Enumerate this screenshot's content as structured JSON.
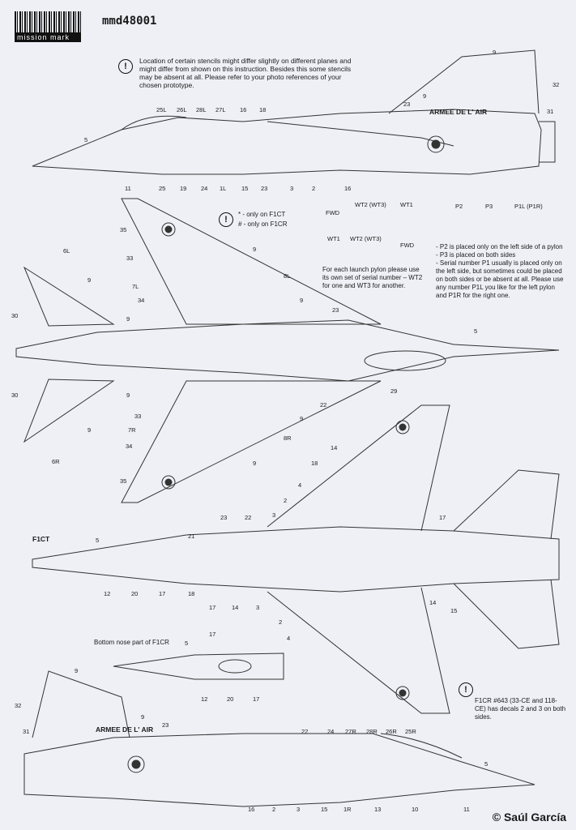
{
  "header": {
    "logo_text": "mission mark",
    "code": "mmd48001"
  },
  "warning": {
    "icon": "!",
    "text": "Location of certain stencils might differ slightly on different planes and might differ from shown on this instruction. Besides this some stencils may be absent at all. Please refer to your photo references of your chosen prototype."
  },
  "legend": {
    "icon": "!",
    "f1ct": "* - only on F1CT",
    "f1cr": "# - only on F1CR"
  },
  "pylon": {
    "wt2_wt3_top": "WT2 (WT3)",
    "wt1_top": "WT1",
    "fwd_top": "FWD",
    "wt1_bottom": "WT1",
    "wt2_wt3_bottom": "WT2 (WT3)",
    "fwd_bottom": "FWD",
    "note": "For each launch pylon please use its own set of serial number – WT2 for one and WT3 for another."
  },
  "serials": {
    "p2": "P2",
    "p3": "P3",
    "p1l": "P1L (P1R)",
    "note": "- P2 is placed only on the left side of a pylon\n- P3 is placed on both sides\n- Serial number P1 usually is placed only on the left side, but sometimes could be placed on both sides or be absent at all. Please use any number  P1L you like for the left pylon and P1R for the right one."
  },
  "side_top": {
    "armee": "ARMEE DE L' AIR",
    "labels": [
      "9",
      "9",
      "32",
      "23",
      "31",
      "25L",
      "26L",
      "28L",
      "27L",
      "16",
      "18",
      "5",
      "11",
      "25",
      "19",
      "24",
      "1L",
      "15",
      "23",
      "3",
      "2",
      "16"
    ]
  },
  "plan": {
    "labels": [
      "35",
      "33",
      "7L",
      "34",
      "6L",
      "9",
      "30",
      "9",
      "9",
      "8L",
      "9",
      "23",
      "5",
      "29",
      "30",
      "9",
      "9",
      "22",
      "33",
      "7R",
      "34",
      "35",
      "9",
      "8R",
      "6R",
      "9"
    ]
  },
  "under": {
    "f1ct": "F1CT",
    "labels": [
      "23",
      "22",
      "3",
      "21",
      "4",
      "2",
      "14",
      "18",
      "17",
      "5",
      "12",
      "20",
      "17",
      "18",
      "17",
      "14",
      "3",
      "2",
      "4",
      "14",
      "15"
    ]
  },
  "nose": {
    "title": "Bottom nose part of F1CR",
    "labels": [
      "17",
      "5",
      "12",
      "20",
      "17"
    ]
  },
  "side_bottom": {
    "armee": "ARMEE DE L' AIR",
    "labels": [
      "9",
      "32",
      "31",
      "9",
      "23",
      "22",
      "24",
      "27R",
      "28R",
      "26R",
      "25R",
      "5",
      "16",
      "2",
      "3",
      "15",
      "1R",
      "13",
      "10",
      "11"
    ]
  },
  "f1cr_note": {
    "icon": "!",
    "text": "F1CR #643 (33-CE and 118-CE) has decals 2 and 3 on both sides."
  },
  "credit": "© Saúl García"
}
